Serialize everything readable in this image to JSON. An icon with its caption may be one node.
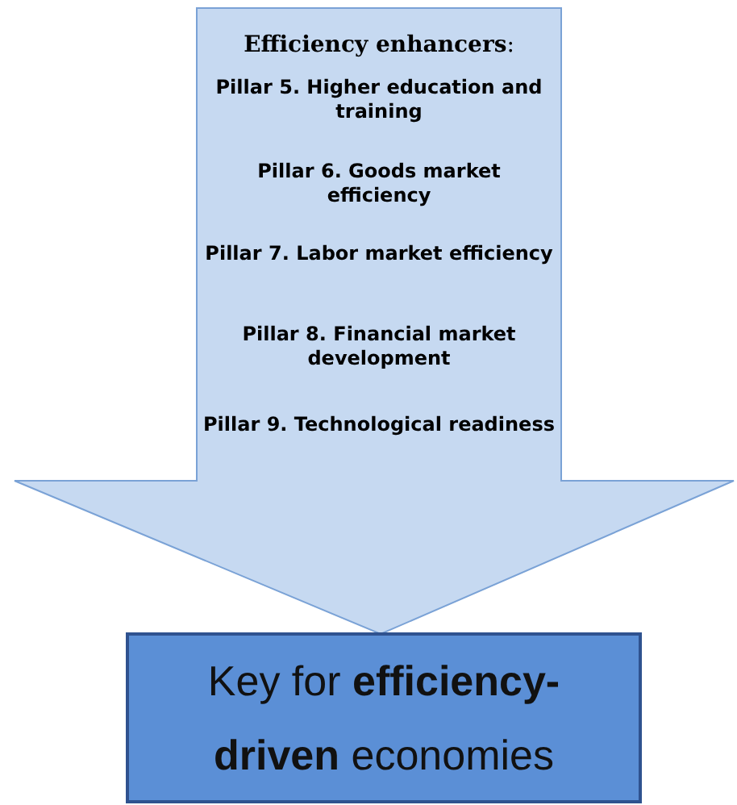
{
  "diagram": {
    "nodes": [
      {
        "text": [
          "**Efficiency enhancers**:",
          "Pillar 5. Higher education and training",
          "Pillar 6. Goods market efficiency",
          "Pillar 7. Labor market efficiency",
          "Pillar 8. Financial market development",
          "Pillar 9. Technological readiness"
        ]
      },
      {
        "text": [
          "Key for **efficiency-driven** economies"
        ]
      }
    ]
  }
}
